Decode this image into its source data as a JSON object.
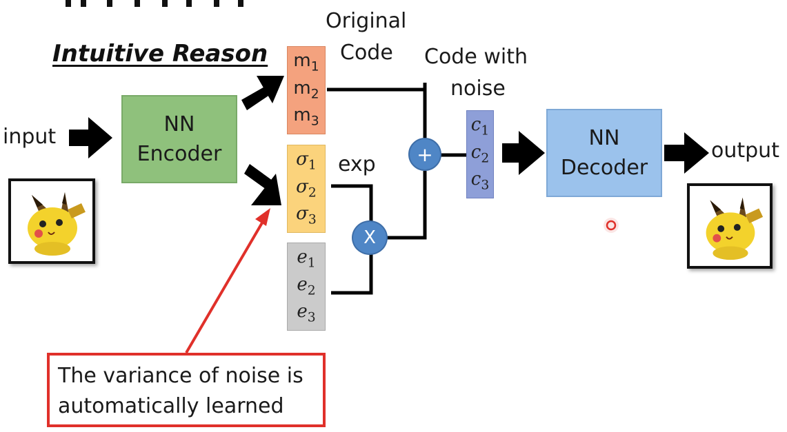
{
  "heading": "Intuitive Reason",
  "labels": {
    "input": "input",
    "output": "output",
    "original_code_line1": "Original",
    "original_code_line2": "Code",
    "code_with_noise_line1": "Code with",
    "code_with_noise_line2": "noise",
    "exp": "exp"
  },
  "encoder": {
    "line1": "NN",
    "line2": "Encoder"
  },
  "decoder": {
    "line1": "NN",
    "line2": "Decoder"
  },
  "operators": {
    "plus": "+",
    "times": "X"
  },
  "vectors": {
    "m": {
      "items": [
        {
          "base": "m",
          "sub": "1"
        },
        {
          "base": "m",
          "sub": "2"
        },
        {
          "base": "m",
          "sub": "3"
        }
      ]
    },
    "sigma": {
      "items": [
        {
          "base": "σ",
          "sub": "1"
        },
        {
          "base": "σ",
          "sub": "2"
        },
        {
          "base": "σ",
          "sub": "3"
        }
      ]
    },
    "e": {
      "items": [
        {
          "base": "e",
          "sub": "1"
        },
        {
          "base": "e",
          "sub": "2"
        },
        {
          "base": "e",
          "sub": "3"
        }
      ]
    },
    "c": {
      "items": [
        {
          "base": "c",
          "sub": "1"
        },
        {
          "base": "c",
          "sub": "2"
        },
        {
          "base": "c",
          "sub": "3"
        }
      ]
    }
  },
  "note": {
    "line1": "The variance of noise is",
    "line2": "automatically learned"
  },
  "colors": {
    "encoder": "#8fc17c",
    "decoder": "#9bc2ec",
    "m_vector": "#f4a27e",
    "sigma_vector": "#fbd37c",
    "e_vector": "#cbcbcb",
    "c_vector": "#8e9fd8",
    "operator": "#4f86c6",
    "annotation": "#e0302a"
  },
  "icons": {
    "input_image": "pikachu-image",
    "output_image": "pikachu-image"
  }
}
